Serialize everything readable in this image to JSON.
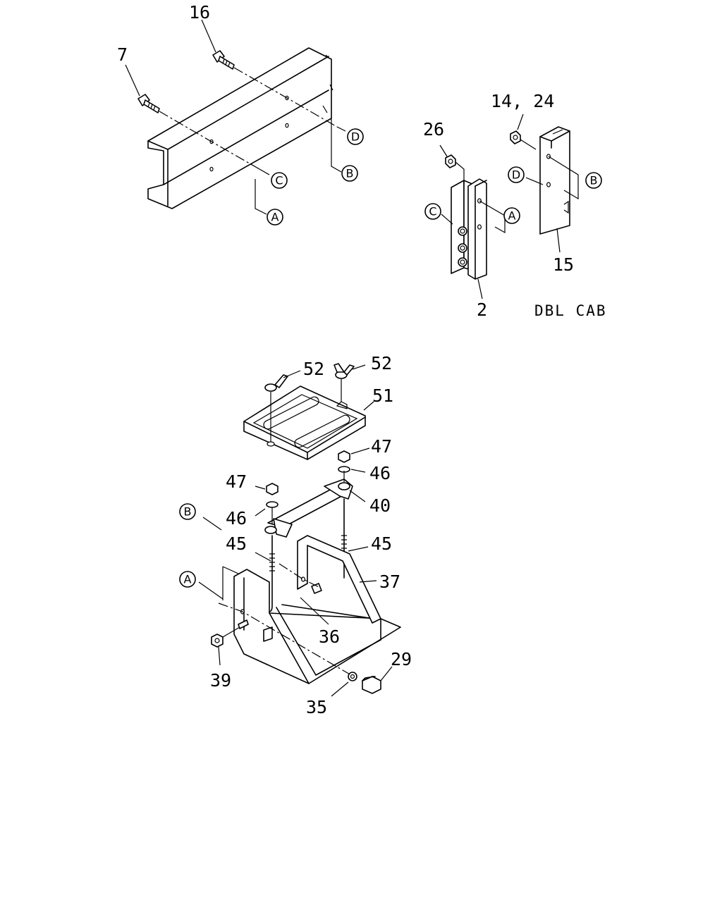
{
  "drawing": {
    "callouts": {
      "n16": "16",
      "n7": "7",
      "n14_24": "14, 24",
      "n26": "26",
      "n2": "2",
      "n15": "15",
      "n52a": "52",
      "n52b": "52",
      "n51": "51",
      "n47a": "47",
      "n46a": "46",
      "n47b": "47",
      "n46b": "46",
      "n40": "40",
      "n45a": "45",
      "n45b": "45",
      "n37": "37",
      "n36": "36",
      "n39": "39",
      "n35": "35",
      "n29": "29"
    },
    "refs": {
      "D": "D",
      "B": "B",
      "C": "C",
      "A": "A"
    },
    "caption": "DBL CAB"
  }
}
